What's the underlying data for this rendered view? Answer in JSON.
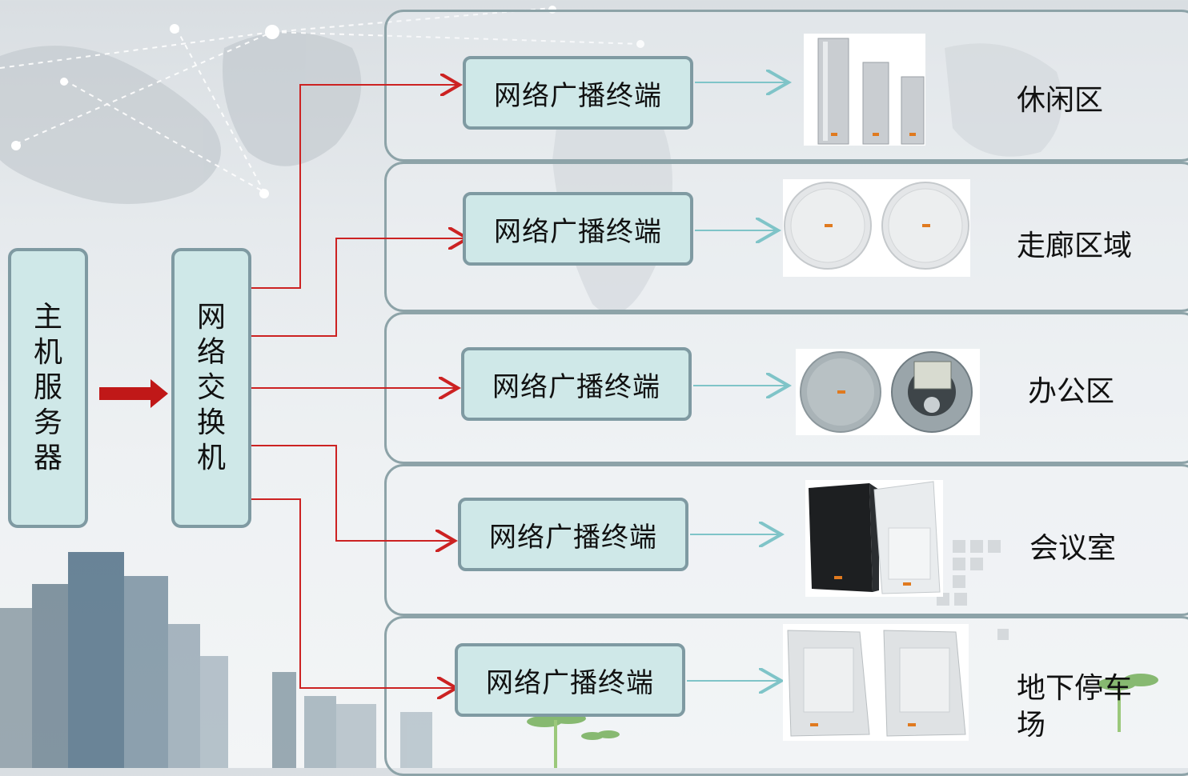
{
  "host": {
    "label": "主机服务器"
  },
  "switch": {
    "label": "网络交换机"
  },
  "terminal_label": "网络广播终端",
  "zones": [
    {
      "name": "休闲区",
      "speaker_icon": "column-speaker-icon"
    },
    {
      "name": "走廊区域",
      "speaker_icon": "ceiling-speaker-icon"
    },
    {
      "name": "办公区",
      "speaker_icon": "ceiling-speaker-icon"
    },
    {
      "name": "会议室",
      "speaker_icon": "wall-box-speaker-icon"
    },
    {
      "name": "地下停车场",
      "speaker_icon": "wall-mount-speaker-icon"
    }
  ],
  "colors": {
    "box_fill": "#cfe8e8",
    "box_border": "#7f9aa2",
    "connector_red": "#cc2222",
    "arrow_teal": "#7fc4c8"
  }
}
